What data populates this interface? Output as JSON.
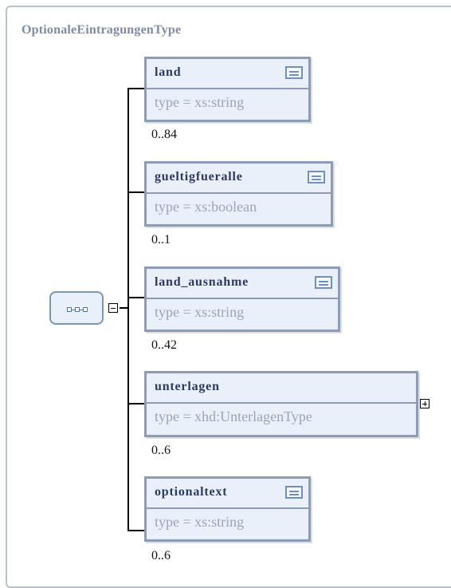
{
  "complex_type": {
    "title": "OptionaleEintragungenType"
  },
  "sequence": {
    "icon": "sequence-icon",
    "collapse_icon": "minus-box-icon"
  },
  "elements": [
    {
      "name": "land",
      "type": "type = xs:string",
      "cardinality": "0..84",
      "icon": "annotation-doc-icon"
    },
    {
      "name": "gueltigfueralle",
      "type": "type = xs:boolean",
      "cardinality": "0..1",
      "icon": "annotation-doc-icon"
    },
    {
      "name": "land_ausnahme",
      "type": "type = xs:string",
      "cardinality": "0..42",
      "icon": "annotation-doc-icon"
    },
    {
      "name": "unterlagen",
      "type": "type = xhd:UnterlagenType",
      "cardinality": "0..6",
      "icon": "plus-box-icon"
    },
    {
      "name": "optionaltext",
      "type": "type = xs:string",
      "cardinality": "0..6",
      "icon": "annotation-doc-icon"
    }
  ],
  "colors": {
    "border": "#8b9bb8",
    "fill": "#e9f0f9",
    "title": "#7d8ba7",
    "name": "#2b3a63",
    "type": "#9aa5b8"
  }
}
